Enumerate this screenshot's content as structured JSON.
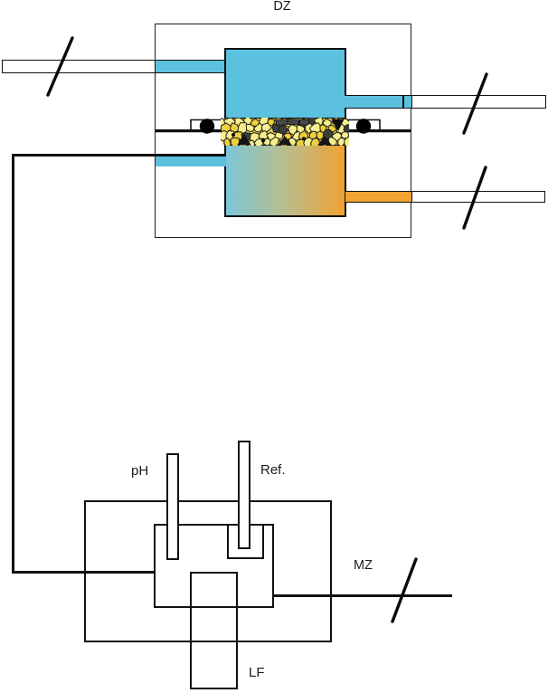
{
  "diagram": {
    "labels": {
      "dz": "DZ",
      "ph": "pH",
      "ref": "Ref.",
      "mz": "MZ",
      "lf": "LF"
    },
    "colors": {
      "blue": "#5bc1de",
      "gradBlue": "#7cc6da",
      "orange": "#f0a232",
      "pebbleLight": "#f7ee8e",
      "pebbleGold": "#eecf3c",
      "pebbleDark": "#3d3d3d",
      "pebbleOutline": "#22201a"
    }
  }
}
